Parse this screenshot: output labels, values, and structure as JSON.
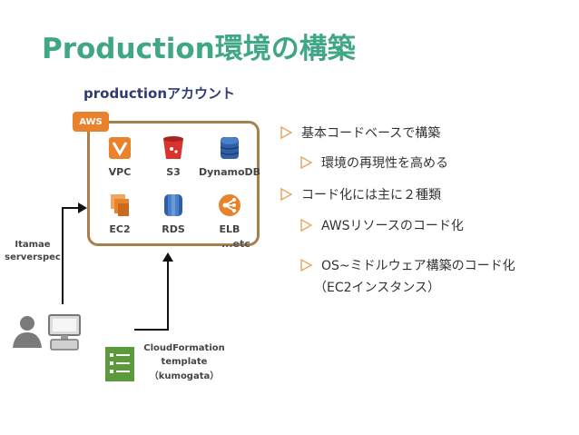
{
  "title": "Production環境の構築",
  "account_label": "productionアカウント",
  "aws_badge": "AWS",
  "services": [
    {
      "label": "VPC",
      "icon": "vpc-icon"
    },
    {
      "label": "S3",
      "icon": "s3-bucket-icon"
    },
    {
      "label": "DynamoDB",
      "icon": "dynamodb-icon"
    },
    {
      "label": "EC2",
      "icon": "ec2-icon"
    },
    {
      "label": "RDS",
      "icon": "rds-icon"
    },
    {
      "label": "ELB",
      "icon": "elb-icon"
    }
  ],
  "etc_label": "...etc",
  "bullets": [
    {
      "text": "基本コードベースで構築",
      "level": 1
    },
    {
      "text": "環境の再現性を高める",
      "level": 2
    },
    {
      "text": "コード化には主に２種類",
      "level": 1
    },
    {
      "text": "AWSリソースのコード化",
      "level": 2
    },
    {
      "text": "OS~ミドルウェア構築のコード化",
      "level": 2
    },
    {
      "text": "（EC2インスタンス）",
      "level": 3
    }
  ],
  "tool_label": {
    "line1": "Itamae",
    "line2": "serverspec"
  },
  "cf_label": {
    "line1": "CloudFormation",
    "line2": "template",
    "line3": "（kumogata）"
  },
  "colors": {
    "title": "#3fa786",
    "account": "#2f3b74",
    "aws_border": "#a87f4d",
    "aws_orange": "#e8832c",
    "bullet_tri": "#e8a865"
  }
}
